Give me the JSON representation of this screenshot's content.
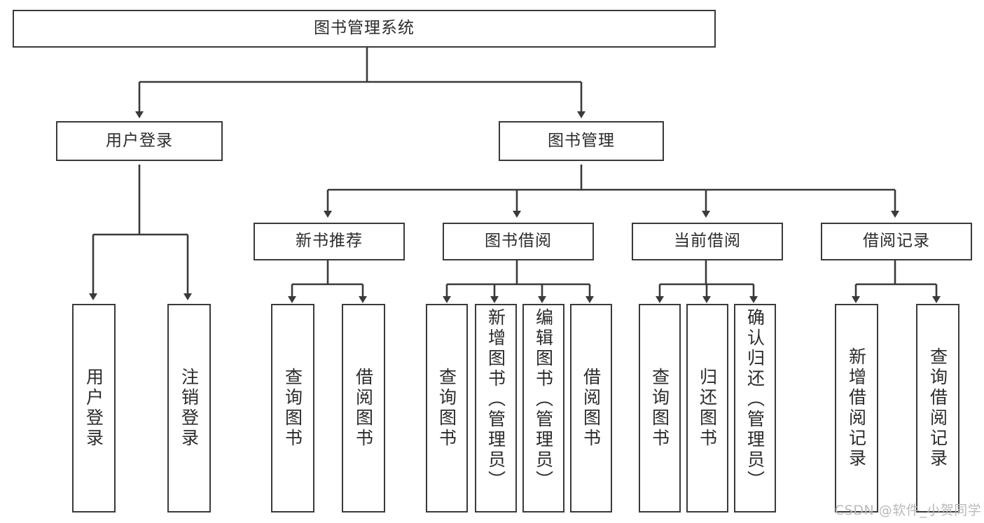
{
  "diagram": {
    "type": "tree-hierarchy",
    "title": "图书管理系统",
    "root": {
      "label": "图书管理系统"
    },
    "level1": [
      {
        "id": "user-login",
        "label": "用户登录"
      },
      {
        "id": "book-management",
        "label": "图书管理"
      }
    ],
    "level2": [
      {
        "id": "new-book-recommend",
        "label": "新书推荐",
        "parent": "book-management"
      },
      {
        "id": "book-borrow",
        "label": "图书借阅",
        "parent": "book-management"
      },
      {
        "id": "current-borrow",
        "label": "当前借阅",
        "parent": "book-management"
      },
      {
        "id": "borrow-record",
        "label": "借阅记录",
        "parent": "book-management"
      }
    ],
    "leaves": [
      {
        "id": "leaf-user-login",
        "label": "用户登录",
        "parent": "user-login"
      },
      {
        "id": "leaf-logout",
        "label": "注销登录",
        "parent": "user-login"
      },
      {
        "id": "leaf-query-book-1",
        "label": "查询图书",
        "parent": "new-book-recommend"
      },
      {
        "id": "leaf-borrow-book-1",
        "label": "借阅图书",
        "parent": "new-book-recommend"
      },
      {
        "id": "leaf-query-book-2",
        "label": "查询图书",
        "parent": "book-borrow"
      },
      {
        "id": "leaf-add-book",
        "label": "新增图书（管理员）",
        "parent": "book-borrow"
      },
      {
        "id": "leaf-edit-book",
        "label": "编辑图书（管理员）",
        "parent": "book-borrow"
      },
      {
        "id": "leaf-borrow-book-2",
        "label": "借阅图书",
        "parent": "book-borrow"
      },
      {
        "id": "leaf-query-book-3",
        "label": "查询图书",
        "parent": "current-borrow"
      },
      {
        "id": "leaf-return-book",
        "label": "归还图书",
        "parent": "current-borrow"
      },
      {
        "id": "leaf-confirm-return",
        "label": "确认归还（管理员）",
        "parent": "current-borrow"
      },
      {
        "id": "leaf-add-record",
        "label": "新增借阅记录",
        "parent": "borrow-record"
      },
      {
        "id": "leaf-query-record",
        "label": "查询借阅记录",
        "parent": "borrow-record"
      }
    ],
    "watermark": "CSDN @软件_小贺同学",
    "colors": {
      "border": "#3a3a3a",
      "text": "#2b2b2b",
      "background": "#ffffff",
      "watermark": "#b9b9b9"
    }
  }
}
